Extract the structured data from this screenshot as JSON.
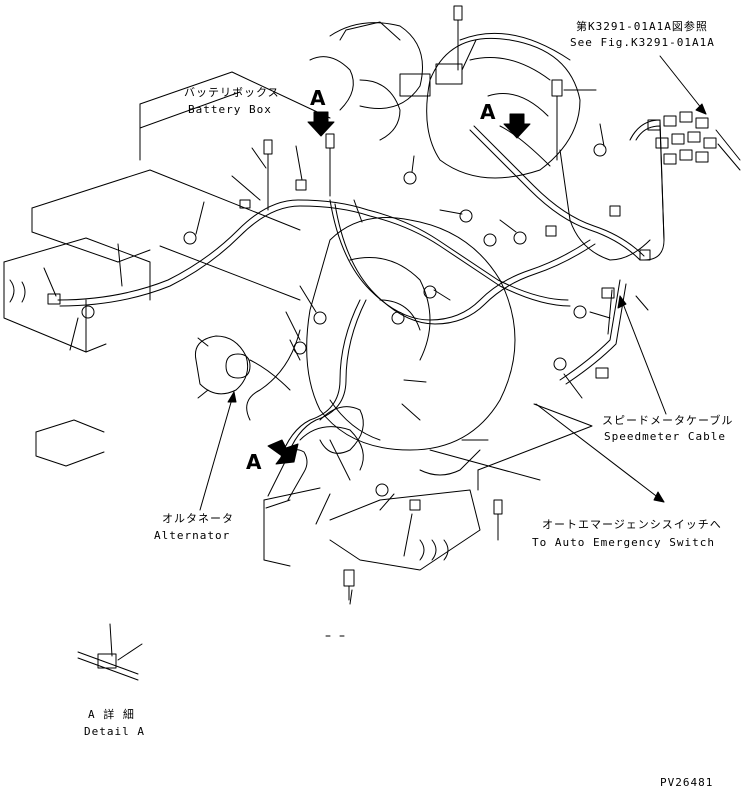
{
  "labels": {
    "ref_fig_jp": "第K3291-01A1A図参照",
    "ref_fig_en": "See Fig.K3291-01A1A",
    "battery_box_jp": "バッテリボックス",
    "battery_box_en": "Battery Box",
    "speedmeter_jp": "スピードメータケーブル",
    "speedmeter_en": "Speedmeter Cable",
    "auto_emergency_jp": "オートエマージェンシスイッチへ",
    "auto_emergency_en": "To Auto Emergency Switch",
    "alternator_jp": "オルタネータ",
    "alternator_en": "Alternator",
    "detail_jp": "A 詳 細",
    "detail_en": "Detail A",
    "drawing_code": "PV26481"
  },
  "view_markers": {
    "a1": "A",
    "a2": "A",
    "a3": "A"
  }
}
